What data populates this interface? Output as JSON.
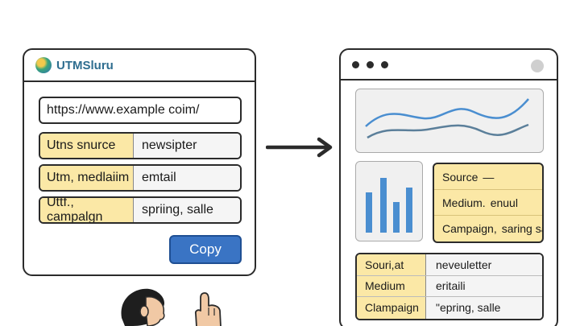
{
  "builder": {
    "app_title": "UTMSluru",
    "url": "https://www.example  coim/",
    "fields": [
      {
        "label": "Utns snurce",
        "value": "newsipter"
      },
      {
        "label": "Utm, medlaiim",
        "value": "emtail"
      },
      {
        "label": "Uttf., campalgn",
        "value": "spriing, salle"
      }
    ],
    "copy_label": "Copy"
  },
  "browser": {
    "summary": [
      {
        "label": "Source",
        "value": "—"
      },
      {
        "label": "Medium.",
        "value": "enuul"
      },
      {
        "label": "Campaign,",
        "value": "saring sa"
      }
    ],
    "params": [
      {
        "key": "Souri,at",
        "value": "neveuletter"
      },
      {
        "key": "Medium",
        "value": "eritaili"
      },
      {
        "key": "Clampaign",
        "value": "\"epring, salle"
      }
    ]
  },
  "colors": {
    "accent_button": "#3a74c4",
    "label_fill": "#fbe8a6",
    "chart_line": "#4a8ed0",
    "chart_bar": "#4a8ed0"
  },
  "icons": [
    "app-logo-icon",
    "right-arrow-icon",
    "person-icon",
    "pointing-hand-icon"
  ]
}
